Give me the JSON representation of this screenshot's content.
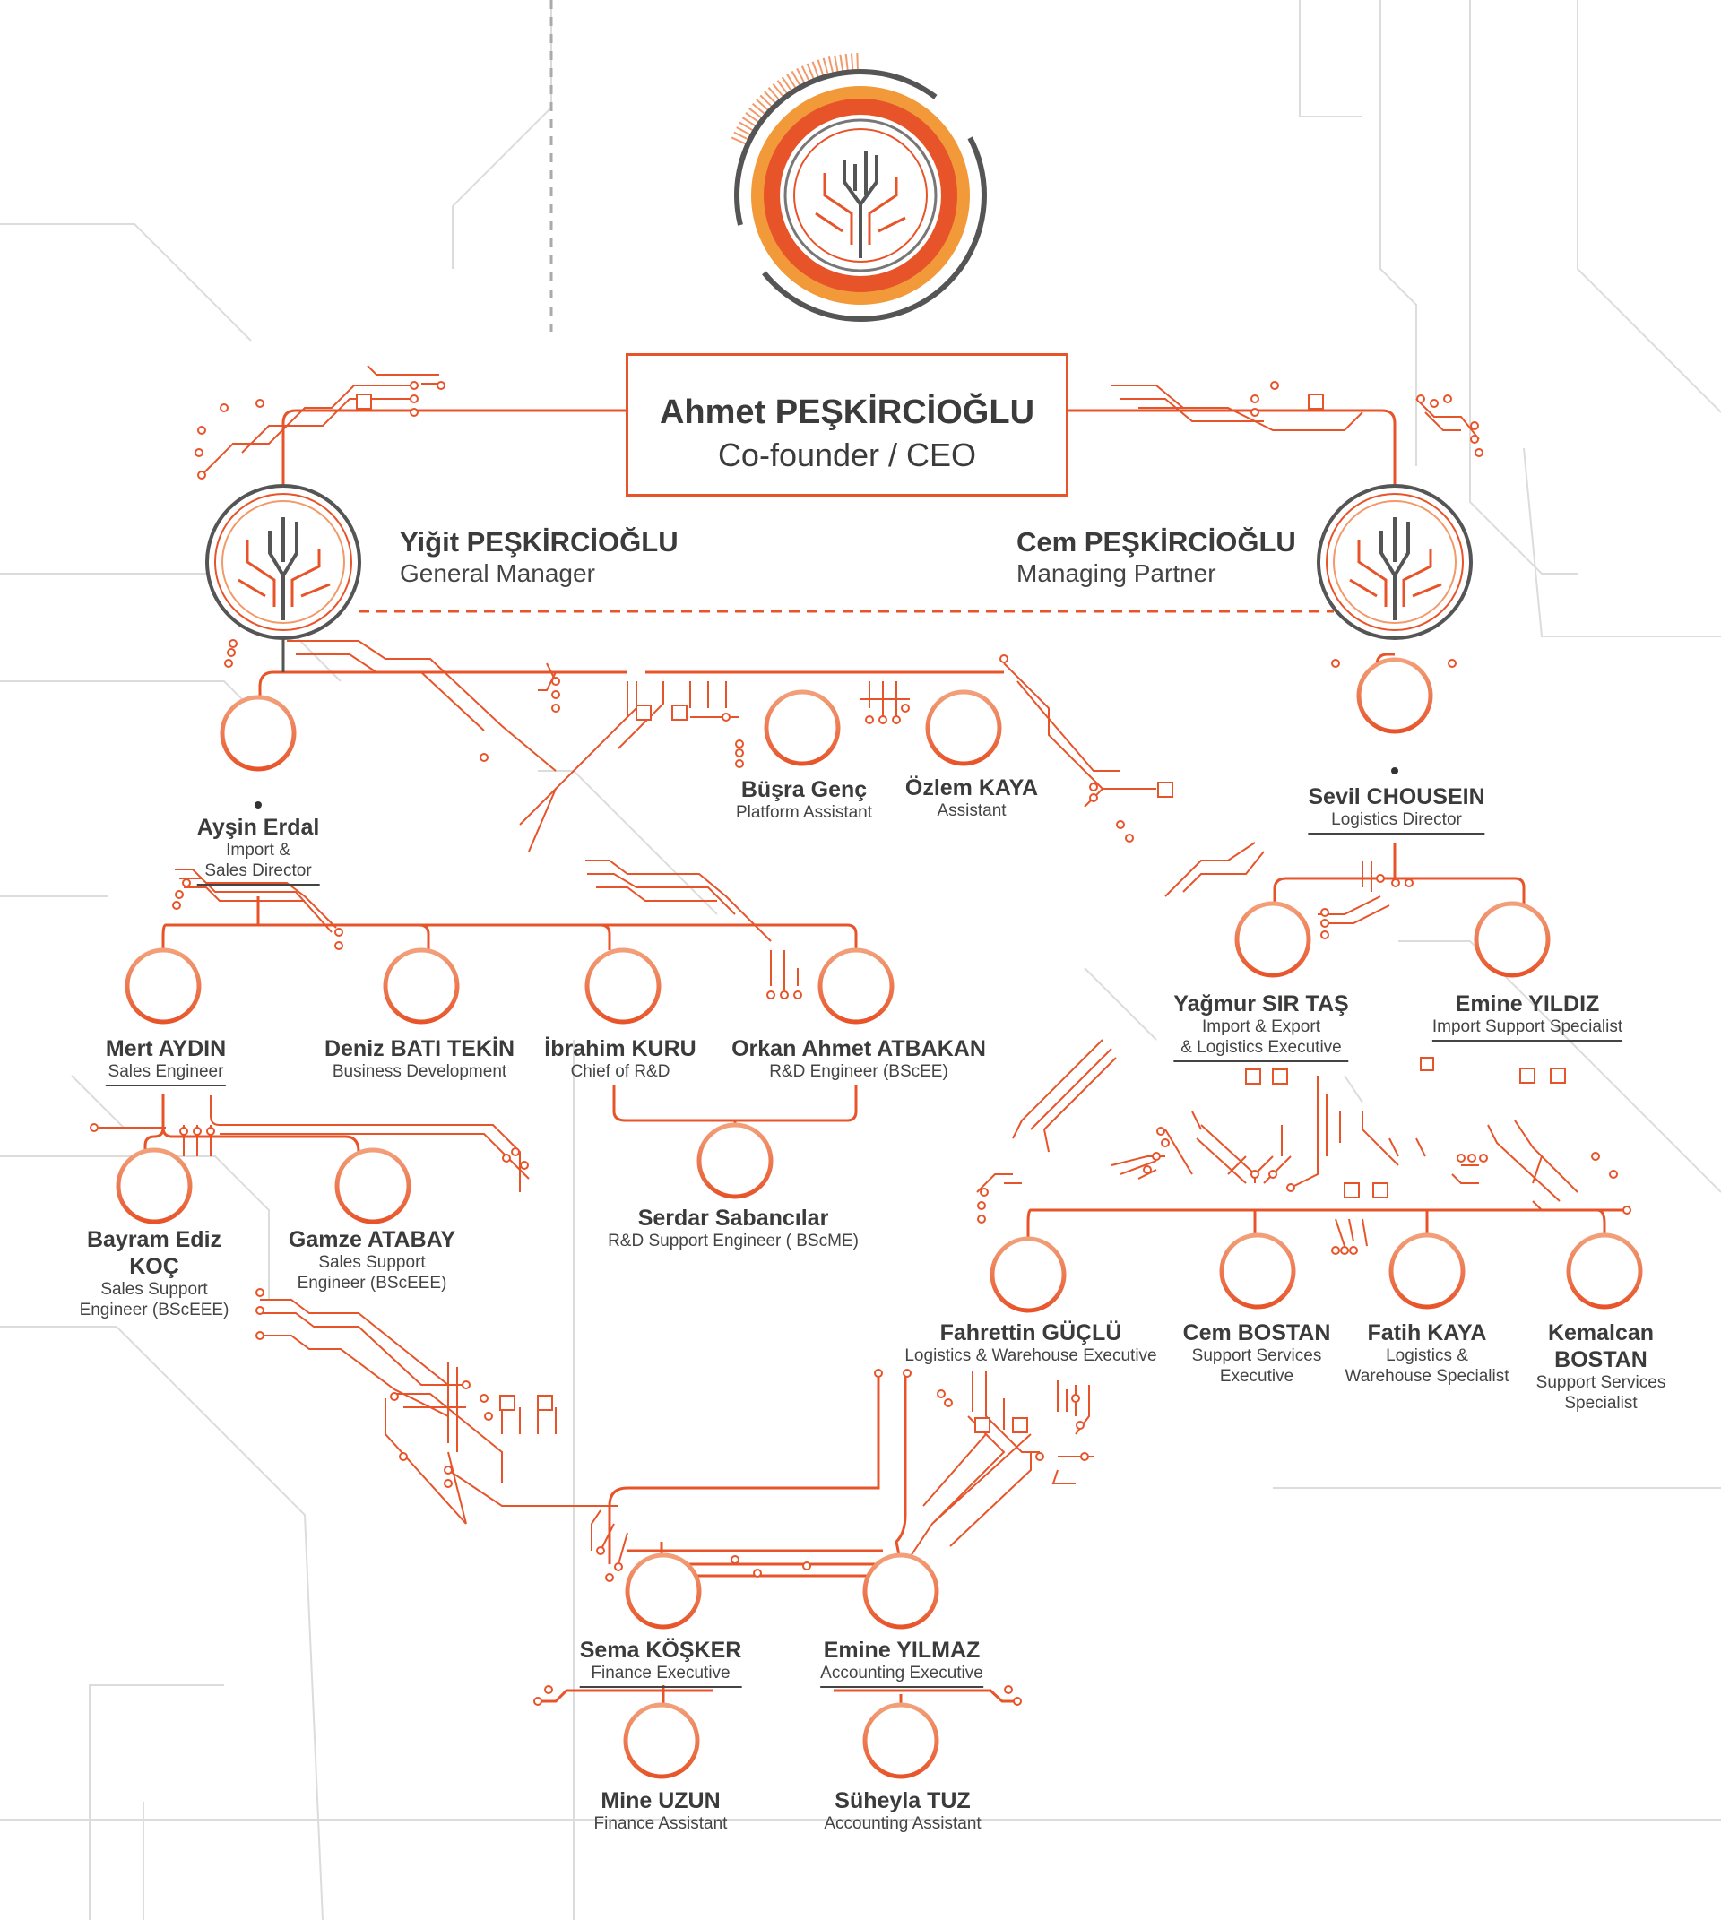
{
  "ceo": {
    "name": "Ahmet PEŞKİRCİOĞLU",
    "role": "Co-founder / CEO"
  },
  "gm": {
    "name": "Yiğit PEŞKİRCİOĞLU",
    "role": "General Manager"
  },
  "mp": {
    "name": "Cem PEŞKİRCİOĞLU",
    "role": "Managing Partner"
  },
  "people": [
    {
      "id": "aysin",
      "name": "Ayşin Erdal",
      "role": "Import &",
      "role2": "Sales Director"
    },
    {
      "id": "busra",
      "name": "Büşra Genç",
      "role": "Platform Assistant"
    },
    {
      "id": "ozlem",
      "name": "Özlem KAYA",
      "role": "Assistant"
    },
    {
      "id": "sevil",
      "name": "Sevil CHOUSEIN",
      "role": "Logistics Director"
    },
    {
      "id": "mert",
      "name": "Mert AYDIN",
      "role": "Sales Engineer"
    },
    {
      "id": "deniz",
      "name": "Deniz BATI TEKİN",
      "role": "Business Development"
    },
    {
      "id": "ibrahim",
      "name": "İbrahim KURU",
      "role": "Chief of R&D"
    },
    {
      "id": "orkan",
      "name": "Orkan Ahmet ATBAKAN",
      "role": "R&D Engineer (BScEE)"
    },
    {
      "id": "serdar",
      "name": "Serdar Sabancılar",
      "role": "R&D Support Engineer ( BScME)"
    },
    {
      "id": "bayram",
      "name": "Bayram Ediz",
      "name2": "KOÇ",
      "role": "Sales Support",
      "role2": "Engineer (BScEEE)"
    },
    {
      "id": "gamze",
      "name": "Gamze ATABAY",
      "role": "Sales Support",
      "role2": "Engineer (BScEEE)"
    },
    {
      "id": "yagmur",
      "name": "Yağmur SIR TAŞ",
      "role": "Import & Export",
      "role2": "& Logistics Executive"
    },
    {
      "id": "emine_y",
      "name": "Emine YILDIZ",
      "role": "Import Support Specialist"
    },
    {
      "id": "fahrettin",
      "name": "Fahrettin GÜÇLÜ",
      "role": "Logistics & Warehouse Executive"
    },
    {
      "id": "cemb",
      "name": "Cem BOSTAN",
      "role": "Support Services",
      "role2": "Executive"
    },
    {
      "id": "fatih",
      "name": "Fatih KAYA",
      "role": "Logistics &",
      "role2": "Warehouse Specialist"
    },
    {
      "id": "kemalcan",
      "name": "Kemalcan",
      "name2": "BOSTAN",
      "role": "Support Services",
      "role2": "Specialist"
    },
    {
      "id": "sema",
      "name": "Sema KÖŞKER",
      "role": "Finance Executive"
    },
    {
      "id": "emine_yl",
      "name": "Emine YILMAZ",
      "role": "Accounting Executive"
    },
    {
      "id": "mine",
      "name": "Mine UZUN",
      "role": "Finance Assistant"
    },
    {
      "id": "suheyla",
      "name": "Süheyla TUZ",
      "role": "Accounting Assistant"
    }
  ],
  "colors": {
    "accent": "#e8542a",
    "accent_light": "#f29a6a",
    "dark": "#555555",
    "grid": "#dddddd"
  },
  "icons": {
    "tree": "circuit-tree-icon",
    "chip": "chip-icon"
  }
}
